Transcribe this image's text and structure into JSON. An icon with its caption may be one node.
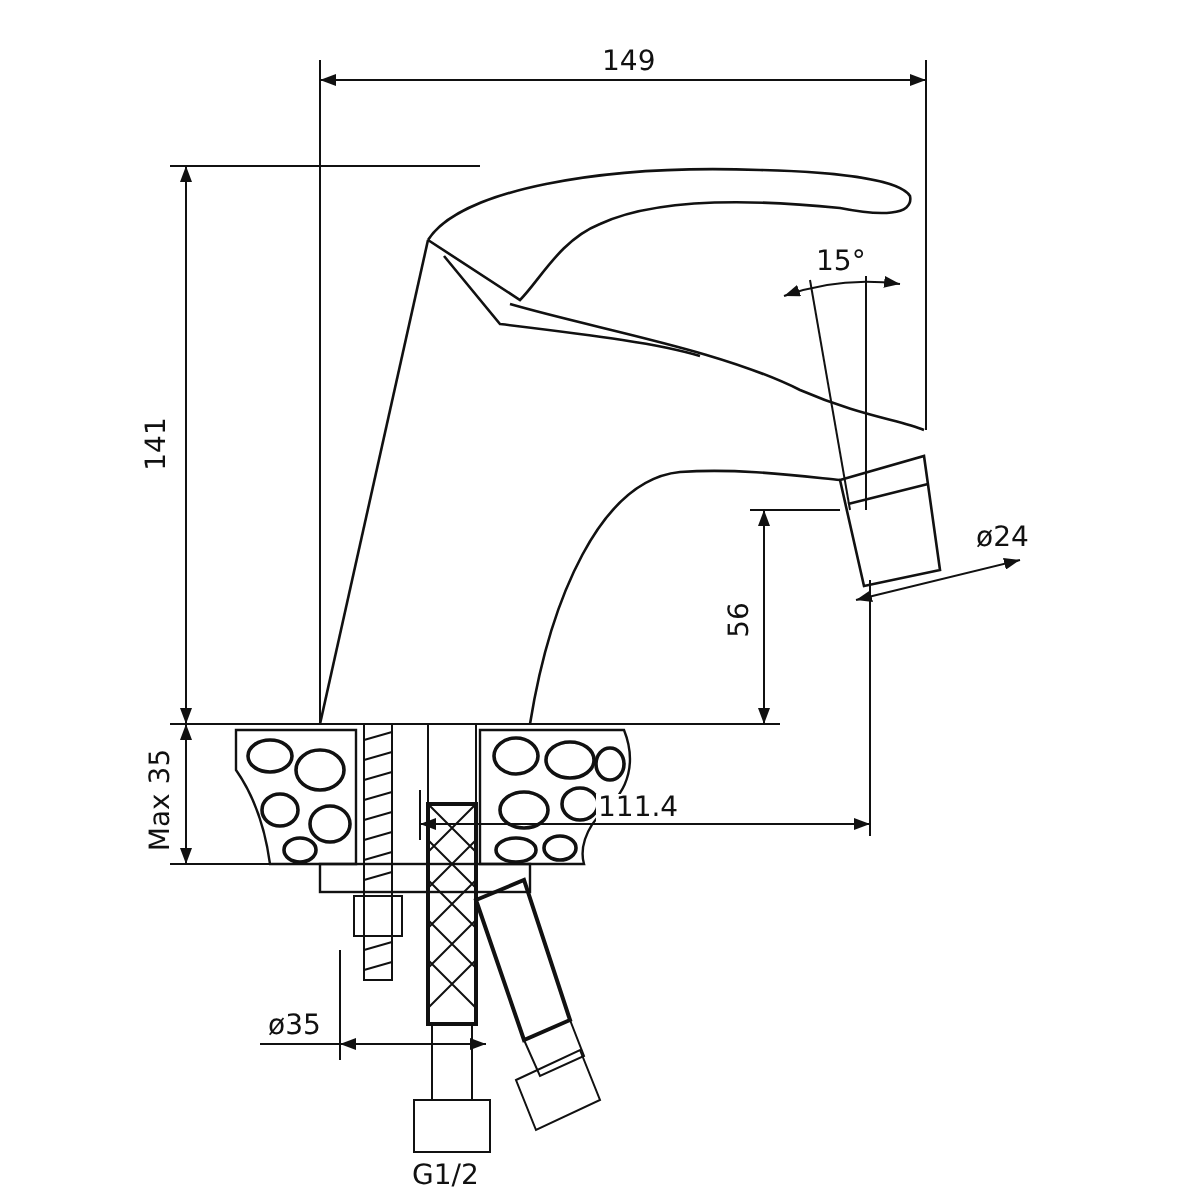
{
  "diagram": {
    "labels": [
      "149",
      "15°",
      "141",
      "ø24",
      "56",
      "Max 35",
      "111.4",
      "ø35",
      "G1/2"
    ]
  }
}
